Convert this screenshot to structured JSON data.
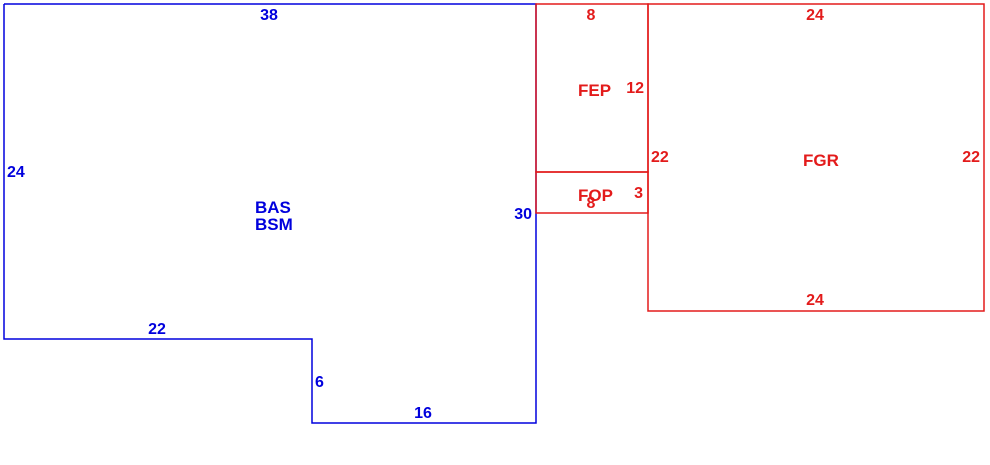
{
  "colors": {
    "main": "#0000dd",
    "addition": "#e31b1b",
    "background": "#ffffff"
  },
  "areas": {
    "bas": "BAS",
    "bsm": "BSM",
    "fep": "FEP",
    "fop": "FOP",
    "fgr": "FGR"
  },
  "dimensions": {
    "main_top": "38",
    "main_left": "24",
    "main_right": "30",
    "main_bottom_left": "22",
    "main_notch": "6",
    "main_bottom_right": "16",
    "fep_top": "8",
    "fep_right": "12",
    "fop_width": "8",
    "fop_depth": "3",
    "fgr_top": "24",
    "fgr_left": "22",
    "fgr_right": "22",
    "fgr_bottom": "24"
  }
}
